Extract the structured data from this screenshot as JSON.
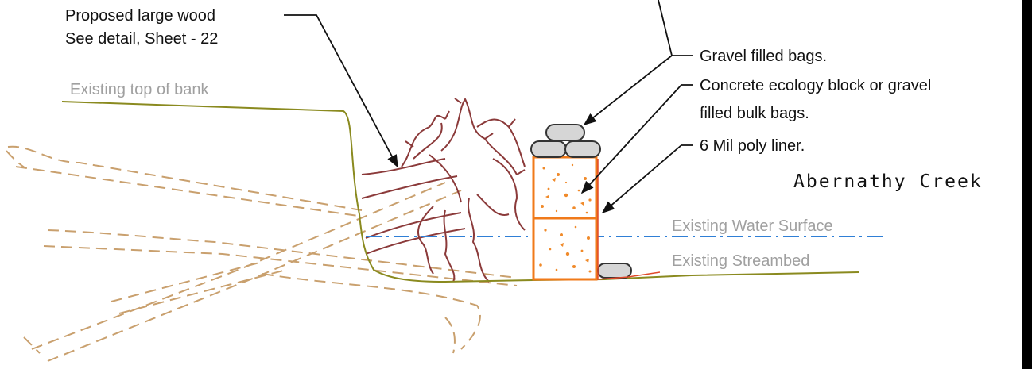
{
  "labels": {
    "proposed_wood_line1": "Proposed large wood",
    "proposed_wood_line2": "See detail, Sheet - 22",
    "existing_top_of_bank": "Existing top of bank",
    "gravel_filled_bags": "Gravel filled bags.",
    "concrete_block_line1": "Concrete ecology block or gravel",
    "concrete_block_line2": "filled bulk bags.",
    "poly_liner": "6 Mil poly liner.",
    "creek_name": "Abernathy Creek",
    "water_surface": "Existing Water Surface",
    "streambed": "Existing Streambed"
  },
  "colors": {
    "bank_line": "#8a8a1f",
    "log_dashed": "#c9a06e",
    "rootwad": "#8b3a3a",
    "water_line": "#2f7fd6",
    "block_outline": "#f07a1a",
    "block_speckle": "#f08a2a",
    "bag_fill": "#d6d6d6",
    "leader": "#111111",
    "label_grey": "#a0a0a0",
    "frame": "#000000"
  }
}
